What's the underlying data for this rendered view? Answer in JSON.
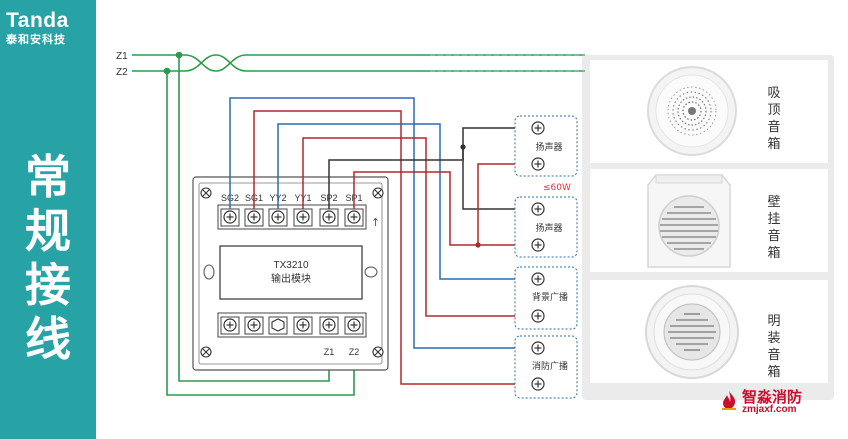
{
  "brand": {
    "name_en": "Tanda",
    "name_cn": "泰和安科技"
  },
  "title_chars": [
    "常",
    "规",
    "接",
    "线"
  ],
  "bus_labels": {
    "z1": "Z1",
    "z2": "Z2"
  },
  "module": {
    "model": "TX3210",
    "name": "输出模块",
    "top_terminals": [
      "SG2",
      "SG1",
      "YY2",
      "YY1",
      "SP2",
      "SP1"
    ],
    "bottom_terminals": [
      "Z1",
      "Z2"
    ]
  },
  "power_note": "≤60W",
  "outputs": [
    "扬声器",
    "扬声器",
    "背景广播",
    "消防广播"
  ],
  "speakers": [
    {
      "name_chars": [
        "吸",
        "顶",
        "音",
        "箱"
      ]
    },
    {
      "name_chars": [
        "壁",
        "挂",
        "音",
        "箱"
      ]
    },
    {
      "name_chars": [
        "明",
        "装",
        "音",
        "箱"
      ]
    }
  ],
  "watermark": {
    "name": "智淼消防",
    "url": "zmjaxf.com"
  },
  "colors": {
    "sidebar": "#27a3a6",
    "green_wire": "#2e9a4a",
    "blue_wire": "#2c6cb0",
    "red_wire": "#b3282d",
    "black_wire": "#333333",
    "note_red": "#d9363e"
  }
}
